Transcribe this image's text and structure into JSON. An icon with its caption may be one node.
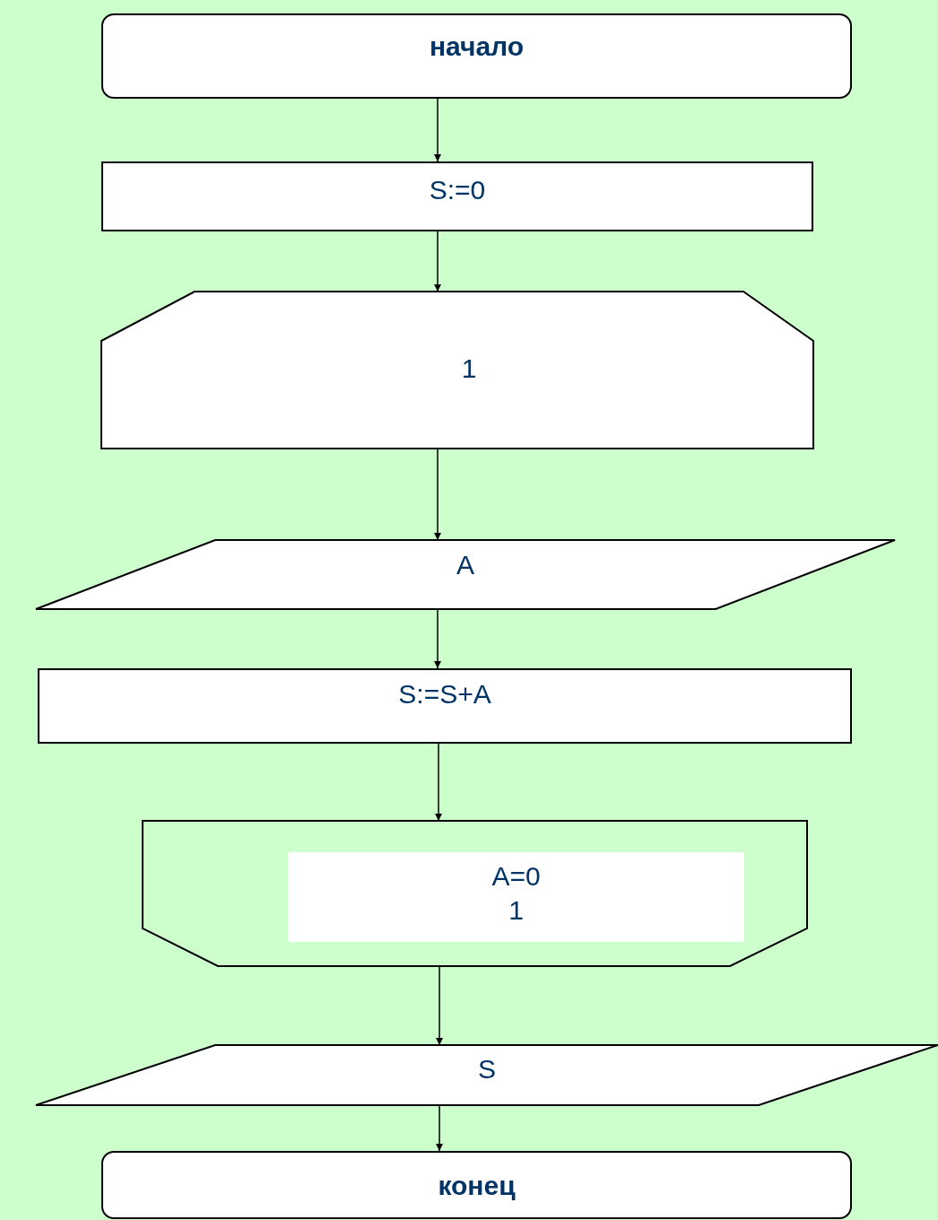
{
  "diagram": {
    "nodes": [
      {
        "text": [
          "начало"
        ]
      },
      {
        "text": [
          "S:=0"
        ]
      },
      {
        "text": [],
        "shape": "hexagon"
      },
      {
        "text": [
          "1"
        ],
        "in": 2
      },
      {
        "text": [
          "A"
        ]
      },
      {
        "text": [
          "S:=S+A"
        ]
      },
      {
        "text": [],
        "shape": "hexagon"
      },
      {
        "text": [
          "A=0",
          "1"
        ],
        "in": 6
      },
      {
        "text": [
          "S"
        ]
      },
      {
        "text": [
          "конец"
        ]
      }
    ],
    "edges": [
      {
        "from": 0,
        "to": 1,
        "arrow": "to"
      },
      {
        "from": 1,
        "to": 2,
        "arrow": "to"
      },
      {
        "from": 2,
        "to": 4,
        "arrow": "to"
      },
      {
        "from": 4,
        "to": 5,
        "arrow": "to"
      },
      {
        "from": 5,
        "to": 6,
        "arrow": "to"
      },
      {
        "from": 6,
        "to": 8,
        "arrow": "to"
      },
      {
        "from": 8,
        "to": 9,
        "arrow": "to"
      }
    ]
  }
}
